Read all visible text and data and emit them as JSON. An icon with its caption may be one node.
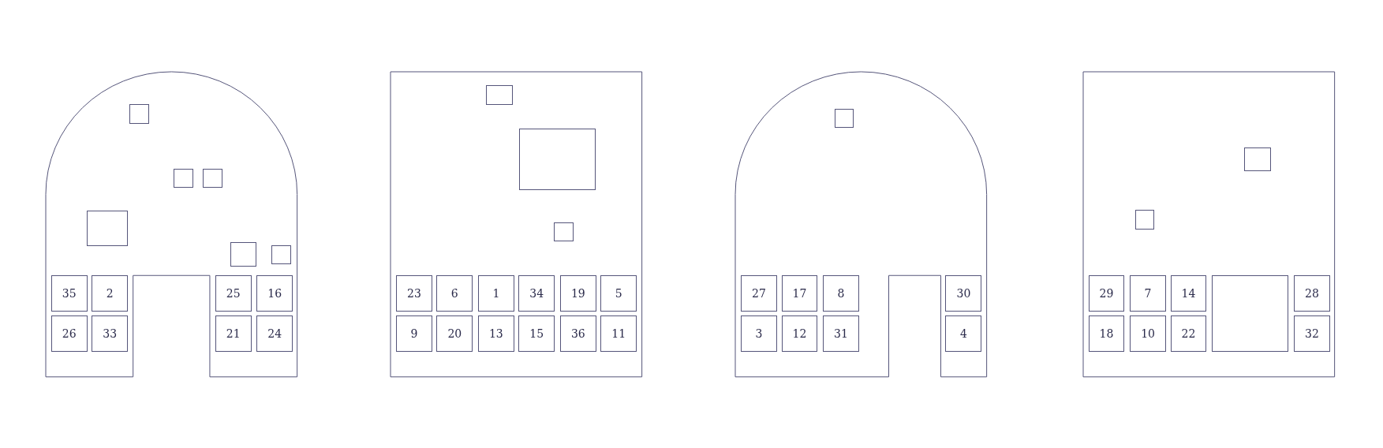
{
  "diagram": {
    "nodes": [
      {
        "text": [],
        "shape": "arch"
      },
      {
        "text": [],
        "shape": "box",
        "in": 0
      },
      {
        "text": [],
        "shape": "box",
        "in": 0
      },
      {
        "text": [],
        "shape": "box",
        "in": 0
      },
      {
        "text": [],
        "shape": "box",
        "in": 0
      },
      {
        "text": [],
        "shape": "box",
        "in": 0
      },
      {
        "text": [],
        "shape": "box",
        "in": 0
      },
      {
        "text": [
          "35"
        ],
        "in": 0
      },
      {
        "text": [
          "2"
        ],
        "in": 0
      },
      {
        "text": [
          "25"
        ],
        "in": 0
      },
      {
        "text": [
          "16"
        ],
        "in": 0
      },
      {
        "text": [
          "26"
        ],
        "in": 0
      },
      {
        "text": [
          "33"
        ],
        "in": 0
      },
      {
        "text": [
          "21"
        ],
        "in": 0
      },
      {
        "text": [
          "24"
        ],
        "in": 0
      },
      {
        "text": [],
        "shape": "box"
      },
      {
        "text": [],
        "shape": "box",
        "in": 15
      },
      {
        "text": [],
        "shape": "box",
        "in": 15
      },
      {
        "text": [],
        "shape": "box",
        "in": 15
      },
      {
        "text": [
          "23"
        ],
        "in": 15
      },
      {
        "text": [
          "6"
        ],
        "in": 15
      },
      {
        "text": [
          "1"
        ],
        "in": 15
      },
      {
        "text": [
          "34"
        ],
        "in": 15
      },
      {
        "text": [
          "19"
        ],
        "in": 15
      },
      {
        "text": [
          "5"
        ],
        "in": 15
      },
      {
        "text": [
          "9"
        ],
        "in": 15
      },
      {
        "text": [
          "20"
        ],
        "in": 15
      },
      {
        "text": [
          "13"
        ],
        "in": 15
      },
      {
        "text": [
          "15"
        ],
        "in": 15
      },
      {
        "text": [
          "36"
        ],
        "in": 15
      },
      {
        "text": [
          "11"
        ],
        "in": 15
      },
      {
        "text": [],
        "shape": "arch"
      },
      {
        "text": [],
        "shape": "box",
        "in": 31
      },
      {
        "text": [
          "27"
        ],
        "in": 31
      },
      {
        "text": [
          "17"
        ],
        "in": 31
      },
      {
        "text": [
          "8"
        ],
        "in": 31
      },
      {
        "text": [
          "30"
        ],
        "in": 31
      },
      {
        "text": [
          "3"
        ],
        "in": 31
      },
      {
        "text": [
          "12"
        ],
        "in": 31
      },
      {
        "text": [
          "31"
        ],
        "in": 31
      },
      {
        "text": [
          "4"
        ],
        "in": 31
      },
      {
        "text": [],
        "shape": "box"
      },
      {
        "text": [],
        "shape": "box",
        "in": 41
      },
      {
        "text": [],
        "shape": "box",
        "in": 41
      },
      {
        "text": [
          "29"
        ],
        "in": 41
      },
      {
        "text": [
          "7"
        ],
        "in": 41
      },
      {
        "text": [
          "14"
        ],
        "in": 41
      },
      {
        "text": [],
        "shape": "box",
        "in": 41
      },
      {
        "text": [
          "28"
        ],
        "in": 41
      },
      {
        "text": [
          "18"
        ],
        "in": 41
      },
      {
        "text": [
          "10"
        ],
        "in": 41
      },
      {
        "text": [
          "22"
        ],
        "in": 41
      },
      {
        "text": [
          "32"
        ],
        "in": 41
      }
    ]
  }
}
